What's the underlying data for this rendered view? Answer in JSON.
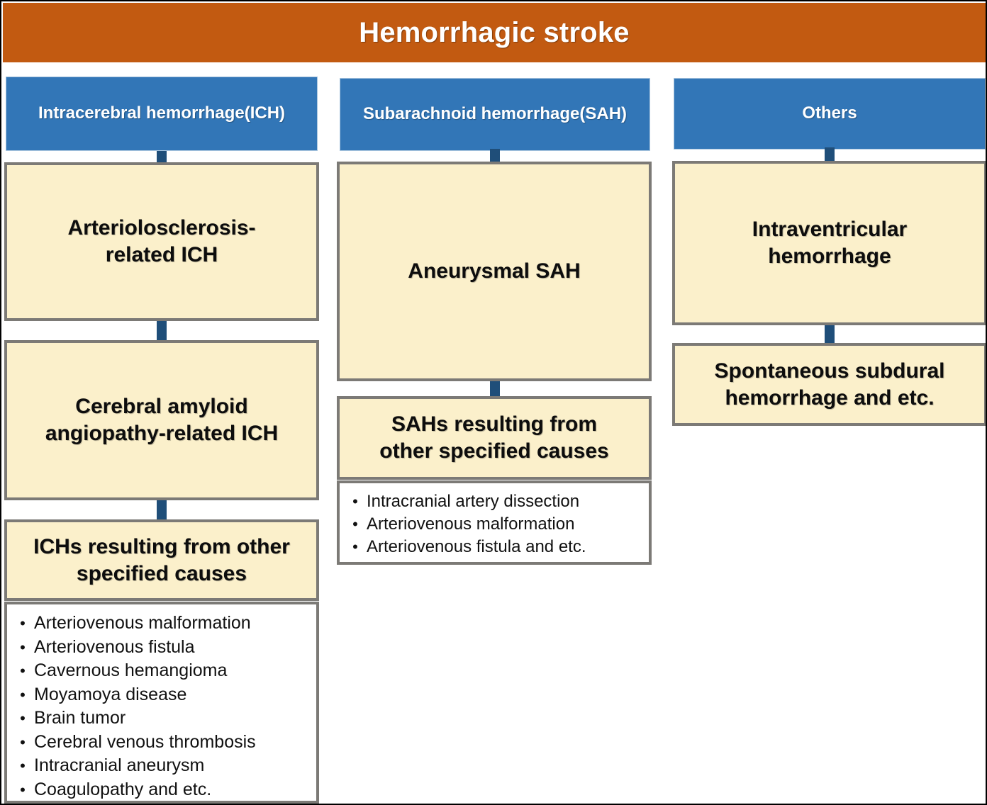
{
  "colors": {
    "title_bar": "#C25A11",
    "header_blue": "#3276B7",
    "node_cream": "#FBF0CB",
    "node_border": "#7C7A76",
    "connector": "#1F4E79",
    "title_text": "#FFFFFF",
    "body_text": "#0D0D0D"
  },
  "title": {
    "text": "Hemorrhagic stroke"
  },
  "columns": [
    {
      "id": "ich",
      "header": "Intracerebral hemorrhage (ICH)",
      "header_lines": [
        "Intracerebral hemorrhage",
        "(ICH)"
      ],
      "nodes": [
        {
          "label": "Arteriolosclerosis-related ICH",
          "lines": [
            "Arteriolosclerosis-",
            "related ICH"
          ]
        },
        {
          "label": "Cerebral amyloid angiopathy-related ICH",
          "lines": [
            "Cerebral amyloid",
            "angiopathy-related ICH"
          ]
        },
        {
          "label": "ICHs resulting from other specified causes",
          "lines": [
            "ICHs resulting from other",
            "specified causes"
          ]
        }
      ],
      "bullets": [
        "Arteriovenous malformation",
        "Arteriovenous fistula",
        "Cavernous hemangioma",
        "Moyamoya disease",
        "Brain tumor",
        "Cerebral venous thrombosis",
        "Intracranial aneurysm",
        "Coagulopathy and etc."
      ],
      "bullet_marker": "•"
    },
    {
      "id": "sah",
      "header": "Subarachnoid hemorrhage (SAH)",
      "header_lines": [
        "Subarachnoid hemorrhage",
        "(SAH)"
      ],
      "nodes": [
        {
          "label": "Aneurysmal SAH",
          "lines": [
            "Aneurysmal SAH"
          ]
        },
        {
          "label": "SAHs resulting from other specified causes",
          "lines": [
            "SAHs resulting from",
            "other specified causes"
          ]
        }
      ],
      "bullets": [
        "Intracranial artery dissection",
        "Arteriovenous malformation",
        "Arteriovenous fistula and etc."
      ],
      "bullet_marker": "•"
    },
    {
      "id": "others",
      "header": "Others",
      "header_lines": [
        "Others"
      ],
      "nodes": [
        {
          "label": "Intraventricular hemorrhage",
          "lines": [
            "Intraventricular",
            "hemorrhage"
          ]
        },
        {
          "label": "Spontaneous subdural hemorrhage and etc.",
          "lines": [
            "Spontaneous subdural",
            "hemorrhage and etc."
          ]
        }
      ],
      "bullets": [],
      "bullet_marker": "•"
    }
  ]
}
